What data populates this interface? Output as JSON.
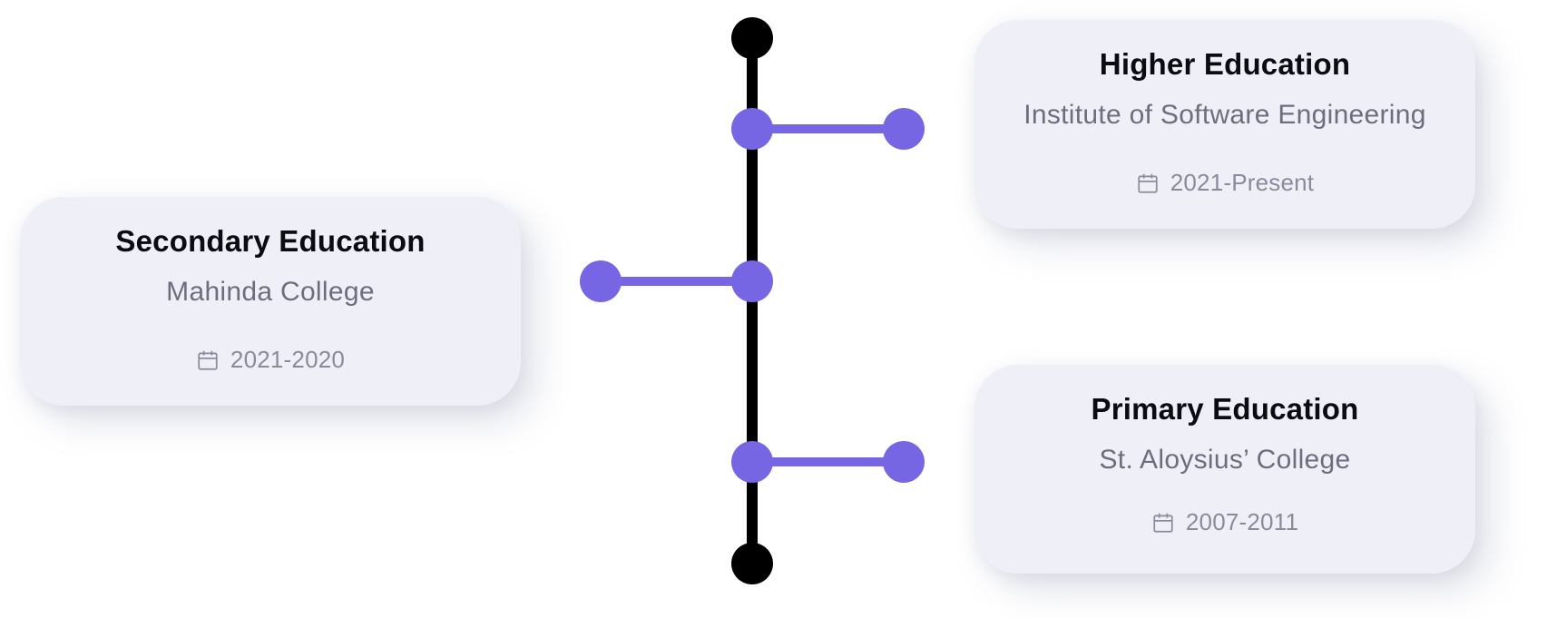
{
  "timeline": {
    "entries": [
      {
        "title": "Higher Education",
        "institution": "Institute of Software Engineering",
        "period": "2021-Present",
        "icon": "calendar-icon"
      },
      {
        "title": "Secondary Education",
        "institution": "Mahinda College",
        "period": "2021-2020",
        "icon": "calendar-icon"
      },
      {
        "title": "Primary Education",
        "institution": "St. Aloysius’ College",
        "period": "2007-2011",
        "icon": "calendar-icon"
      }
    ]
  },
  "colors": {
    "accent": "#7666e4",
    "spine": "#000000",
    "card_background": "#eff0f7",
    "title_text": "#0b0b12",
    "institution_text": "#6e6d80",
    "date_text": "#8b8a9c"
  }
}
